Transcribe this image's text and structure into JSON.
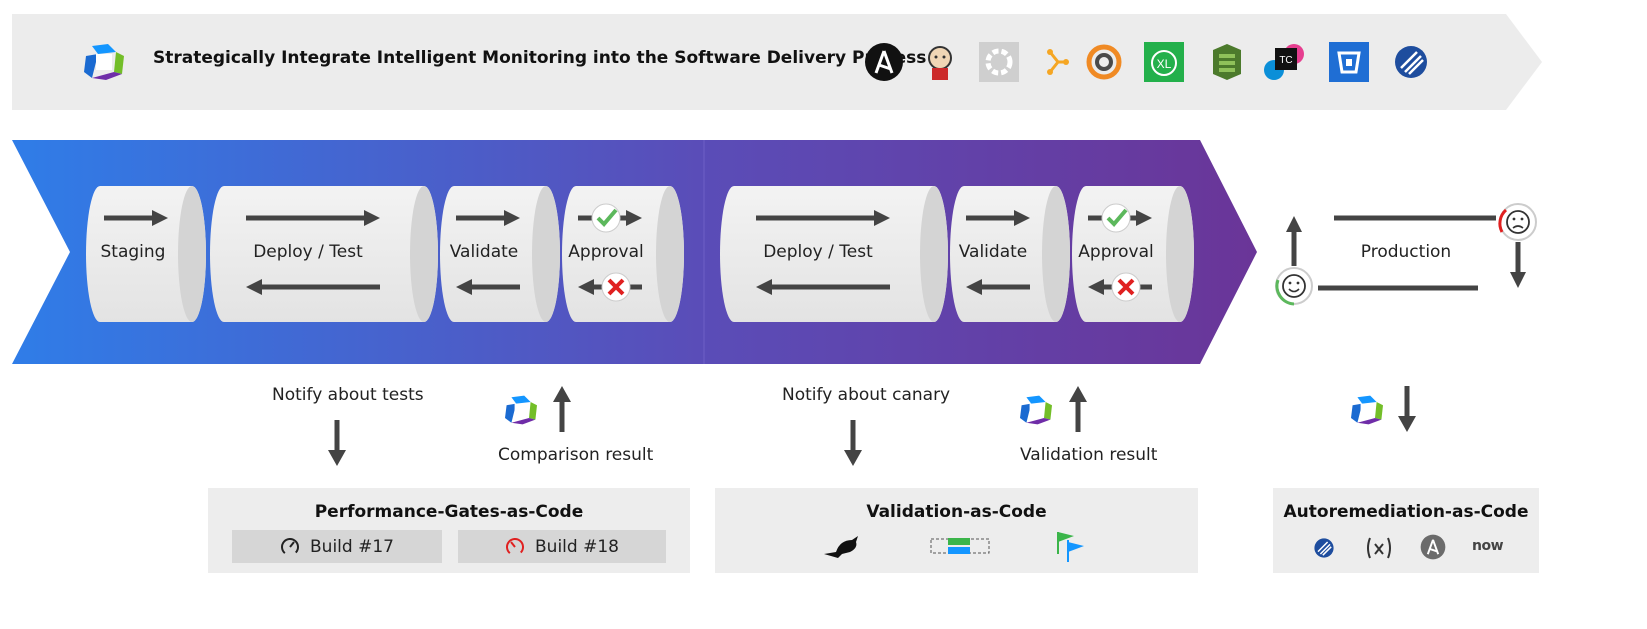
{
  "banner": {
    "title": "Strategically Integrate Intelligent Monitoring into the Software Delivery Process",
    "tools": [
      "ansible-icon",
      "jenkins-icon",
      "concourse-icon",
      "gitlab-pipeline-icon",
      "octopus-icon",
      "xebialabs-xl-icon",
      "aws-codepipeline-icon",
      "teamcity-icon",
      "bitbucket-icon",
      "ansible-tower-icon"
    ]
  },
  "pipeline": {
    "stages": [
      "Staging",
      "Deploy / Test",
      "Validate",
      "Approval",
      "Deploy / Test",
      "Validate",
      "Approval"
    ],
    "production_label": "Production"
  },
  "notes": {
    "notify_tests": "Notify about tests",
    "comparison_result": "Comparison result",
    "notify_canary": "Notify about canary",
    "validation_result": "Validation result"
  },
  "boxes": {
    "perf_title": "Performance-Gates-as-Code",
    "build_17": "Build #17",
    "build_18": "Build #18",
    "validation_title": "Validation-as-Code",
    "autoremediation_title": "Autoremediation-as-Code",
    "autoremediation_now": "now"
  },
  "colors": {
    "banner_bg": "#ececec",
    "pipeline_start": "#2f7de8",
    "pipeline_end": "#6a3598",
    "arrow": "#444444",
    "check": "#5cb85c",
    "cross": "#e02020"
  }
}
